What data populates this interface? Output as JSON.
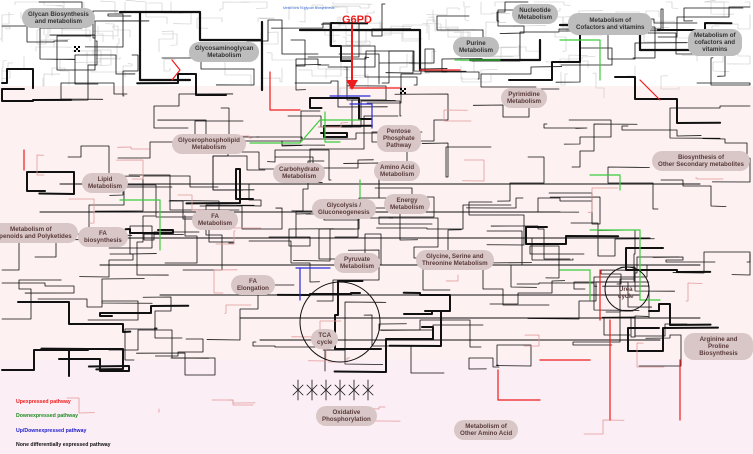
{
  "gene": {
    "name": "G6PD",
    "color": "#ee1c1c"
  },
  "top_note": "Metal Ions\nN-glycan Biosynthesis",
  "pathways": {
    "glycan": "Glycan Biosynthesis\nand metabolism",
    "glycosaminoglycan": "Glycosaminoglycan\nMetabolism",
    "nucleotide": "Nucleotide\nMetabolism",
    "cofactors": "Metabolism of\nCofactors and vitamins",
    "cofactors2": "Metabolism of\ncofactors and\nvitamins",
    "purine": "Purine\nMetabolism",
    "pyrimidine": "Pyrimidine\nMetabolism",
    "pentose": "Pentose\nPhosphate\nPathway",
    "glycerophospholipid": "Glycerophospholipid\nMetabolism",
    "carbohydrate": "Carbohydrate\nMetabolism",
    "amino_acid": "Amino Acid\nMetabolism",
    "secondary": "Biosynthesis of\nOther Secondary metabolites",
    "lipid": "Lipid\nMetabolism",
    "energy": "Energy\nMetabolism",
    "glycolysis": "Glycolysis /\nGluconeogenesis",
    "fa_metabolism": "FA\nMetabolism",
    "fa_biosynthesis": "FA\nbiosynthesis",
    "terpenoids": "Metabolism of\nTerpenoids and Polyketides",
    "pyruvate": "Pyruvate\nMetabolism",
    "glycine": "Glycine, Serine and\nThreonine Metabolism",
    "fa_elongation": "FA\nElongation",
    "urea": "Urea\ncycle",
    "tca": "TCA\ncycle",
    "arginine": "Arginine and Proline\nBiosynthesis",
    "oxphos": "Oxidative\nPhosphorylation",
    "other_amino": "Metabolism of\nOther Amino Acid"
  },
  "legend": [
    {
      "text": "Upexpressed pathway",
      "color": "#ee1c1c"
    },
    {
      "text": "Downexpressed pathway",
      "color": "#1e8c1e"
    },
    {
      "text": "Up/Downexpressed pathway",
      "color": "#2222cc"
    },
    {
      "text": "None differentially expressed pathway",
      "color": "#111111"
    }
  ],
  "colors": {
    "up": "#ee1c1c",
    "down": "#3ccc3c",
    "updown": "#2a2ad6",
    "none": "#111111",
    "faint": "#c8c8c8",
    "label_bg": "#d9c7c7"
  }
}
